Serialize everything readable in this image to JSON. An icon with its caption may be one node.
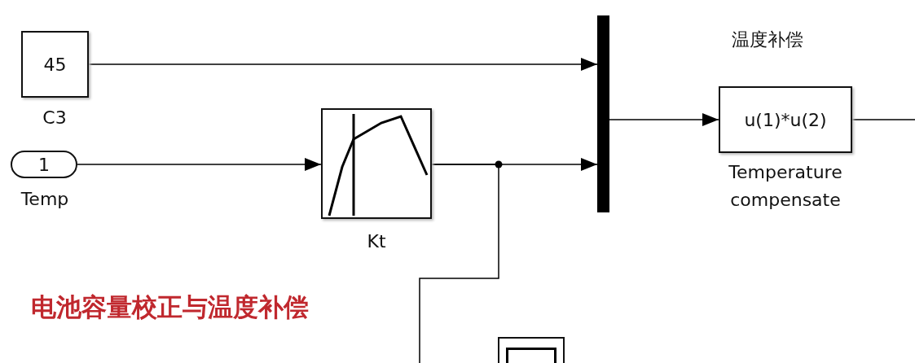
{
  "diagram": {
    "nodes": [
      {
        "text": [
          "45"
        ],
        "beside": [
          "C3"
        ]
      },
      {
        "text": [
          "1"
        ],
        "beside": [
          "Temp"
        ]
      },
      {
        "text": [],
        "shape": "box",
        "beside": [
          "Kt"
        ]
      },
      {
        "text": [],
        "shape": "bar"
      },
      {
        "text": [
          "u(1)*u(2)"
        ],
        "beside": [
          "Temperature compensate"
        ]
      },
      {
        "text": [],
        "shape": "box"
      }
    ],
    "edges": [
      {
        "from": 0,
        "to": 3,
        "arrow": "to"
      },
      {
        "from": 1,
        "to": 2,
        "arrow": "to"
      },
      {
        "from": 2,
        "to": 3,
        "arrow": "to"
      },
      {
        "from": 2,
        "to": null,
        "arrow": "none"
      },
      {
        "from": 3,
        "to": 4,
        "arrow": "to"
      },
      {
        "from": 4,
        "to": null,
        "arrow": "none"
      }
    ],
    "labels": [
      "温度补偿",
      "电池容量校正与温度补偿"
    ]
  }
}
